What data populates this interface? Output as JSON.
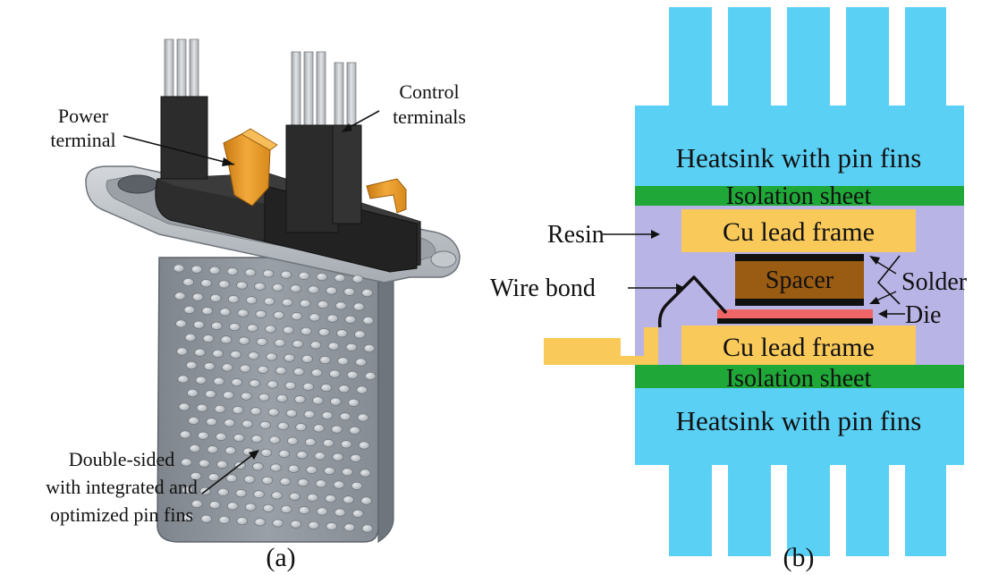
{
  "panel_a": {
    "caption": "(a)",
    "labels": {
      "power_terminal_line1": "Power",
      "power_terminal_line2": "terminal",
      "control_terminals_line1": "Control",
      "control_terminals_line2": "terminals",
      "pin_fins_line1": "Double-sided",
      "pin_fins_line2": "with integrated and",
      "pin_fins_line3": "optimized pin fins"
    }
  },
  "panel_b": {
    "caption": "(b)",
    "layers": {
      "heatsink_top": "Heatsink with pin fins",
      "isolation_top": "Isolation sheet",
      "cu_top": "Cu lead frame",
      "spacer": "Spacer",
      "cu_bottom": "Cu lead frame",
      "isolation_bottom": "Isolation sheet",
      "heatsink_bottom": "Heatsink with pin fins"
    },
    "callouts": {
      "resin": "Resin",
      "wire_bond": "Wire bond",
      "solder": "Solder",
      "die": "Die"
    }
  },
  "colors": {
    "heatsink": "#5bd0f5",
    "isolation": "#1fa838",
    "resin": "#b9b4e6",
    "copper": "#f9c95a",
    "spacer": "#9a5b12",
    "die": "#f06666",
    "solder": "#111111",
    "module_gray": "#8f959c",
    "terminal_dark": "#2f2f30",
    "terminal_orange": "#e89b2a"
  }
}
